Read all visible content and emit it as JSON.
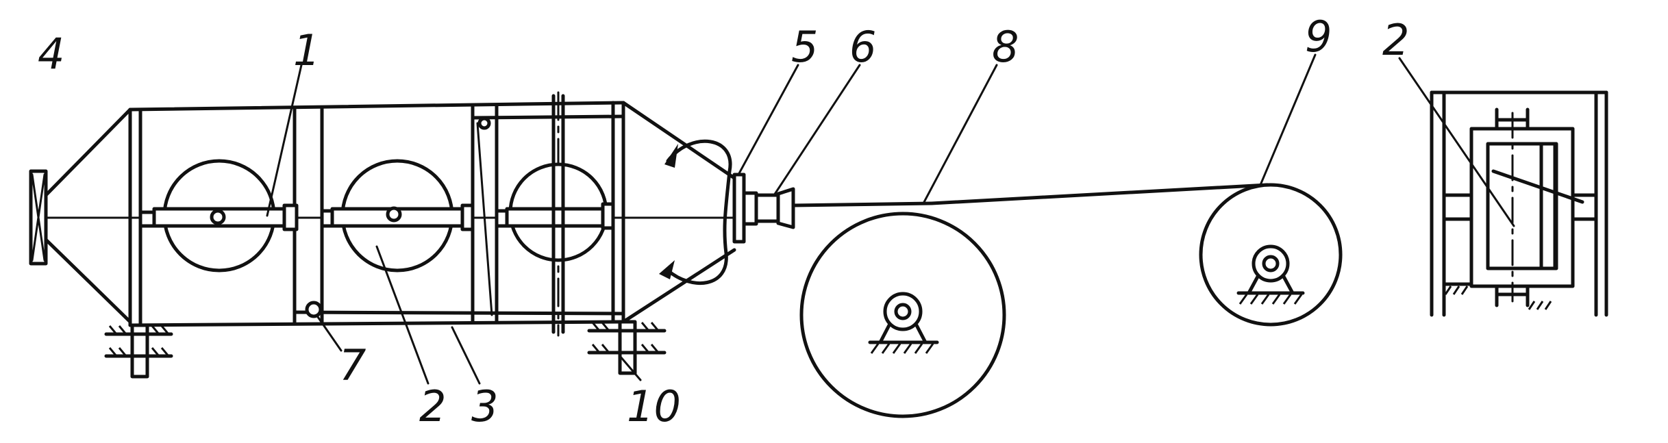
{
  "labels": {
    "l4": "4",
    "l1": "1",
    "l5": "5",
    "l6": "6",
    "l8": "8",
    "l9": "9",
    "l2_top": "2",
    "l7": "7",
    "l2_bottom": "2",
    "l3": "3",
    "l10": "10"
  },
  "colors": {
    "ink": "#111111",
    "paper": "#ffffff"
  }
}
